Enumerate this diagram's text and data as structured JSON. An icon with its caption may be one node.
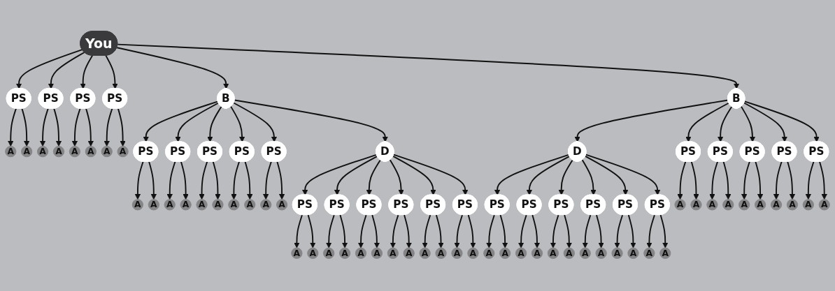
{
  "diagram": {
    "nodes": [
      {
        "text": [
          "You"
        ]
      },
      {
        "text": [
          "B"
        ]
      },
      {
        "text": [
          "B"
        ]
      },
      {
        "text": [
          "PS"
        ]
      },
      {
        "text": [
          "PS"
        ]
      },
      {
        "text": [
          "PS"
        ]
      },
      {
        "text": [
          "PS"
        ]
      },
      {
        "text": [
          "A"
        ]
      },
      {
        "text": [
          "A"
        ]
      },
      {
        "text": [
          "A"
        ]
      },
      {
        "text": [
          "A"
        ]
      },
      {
        "text": [
          "A"
        ]
      },
      {
        "text": [
          "A"
        ]
      },
      {
        "text": [
          "A"
        ]
      },
      {
        "text": [
          "A"
        ]
      },
      {
        "text": [
          "PS"
        ]
      },
      {
        "text": [
          "PS"
        ]
      },
      {
        "text": [
          "PS"
        ]
      },
      {
        "text": [
          "PS"
        ]
      },
      {
        "text": [
          "PS"
        ]
      },
      {
        "text": [
          "A"
        ]
      },
      {
        "text": [
          "A"
        ]
      },
      {
        "text": [
          "A"
        ]
      },
      {
        "text": [
          "A"
        ]
      },
      {
        "text": [
          "A"
        ]
      },
      {
        "text": [
          "A"
        ]
      },
      {
        "text": [
          "A"
        ]
      },
      {
        "text": [
          "A"
        ]
      },
      {
        "text": [
          "A"
        ]
      },
      {
        "text": [
          "A"
        ]
      },
      {
        "text": [
          "D"
        ]
      },
      {
        "text": [
          "PS"
        ]
      },
      {
        "text": [
          "PS"
        ]
      },
      {
        "text": [
          "PS"
        ]
      },
      {
        "text": [
          "PS"
        ]
      },
      {
        "text": [
          "PS"
        ]
      },
      {
        "text": [
          "PS"
        ]
      },
      {
        "text": [
          "A"
        ]
      },
      {
        "text": [
          "A"
        ]
      },
      {
        "text": [
          "A"
        ]
      },
      {
        "text": [
          "A"
        ]
      },
      {
        "text": [
          "A"
        ]
      },
      {
        "text": [
          "A"
        ]
      },
      {
        "text": [
          "A"
        ]
      },
      {
        "text": [
          "A"
        ]
      },
      {
        "text": [
          "A"
        ]
      },
      {
        "text": [
          "A"
        ]
      },
      {
        "text": [
          "A"
        ]
      },
      {
        "text": [
          "A"
        ]
      },
      {
        "text": [
          "D"
        ]
      },
      {
        "text": [
          "PS"
        ]
      },
      {
        "text": [
          "PS"
        ]
      },
      {
        "text": [
          "PS"
        ]
      },
      {
        "text": [
          "PS"
        ]
      },
      {
        "text": [
          "PS"
        ]
      },
      {
        "text": [
          "PS"
        ]
      },
      {
        "text": [
          "A"
        ]
      },
      {
        "text": [
          "A"
        ]
      },
      {
        "text": [
          "A"
        ]
      },
      {
        "text": [
          "A"
        ]
      },
      {
        "text": [
          "A"
        ]
      },
      {
        "text": [
          "A"
        ]
      },
      {
        "text": [
          "A"
        ]
      },
      {
        "text": [
          "A"
        ]
      },
      {
        "text": [
          "A"
        ]
      },
      {
        "text": [
          "A"
        ]
      },
      {
        "text": [
          "A"
        ]
      },
      {
        "text": [
          "A"
        ]
      },
      {
        "text": [
          "PS"
        ]
      },
      {
        "text": [
          "PS"
        ]
      },
      {
        "text": [
          "PS"
        ]
      },
      {
        "text": [
          "PS"
        ]
      },
      {
        "text": [
          "PS"
        ]
      },
      {
        "text": [
          "A"
        ]
      },
      {
        "text": [
          "A"
        ]
      },
      {
        "text": [
          "A"
        ]
      },
      {
        "text": [
          "A"
        ]
      },
      {
        "text": [
          "A"
        ]
      },
      {
        "text": [
          "A"
        ]
      },
      {
        "text": [
          "A"
        ]
      },
      {
        "text": [
          "A"
        ]
      },
      {
        "text": [
          "A"
        ]
      },
      {
        "text": [
          "A"
        ]
      }
    ],
    "edges": [
      {
        "from": 0,
        "to": 1,
        "arrow": "to"
      },
      {
        "from": 0,
        "to": 3,
        "arrow": "to"
      },
      {
        "from": 0,
        "to": 4,
        "arrow": "to"
      },
      {
        "from": 0,
        "to": 5,
        "arrow": "to"
      },
      {
        "from": 0,
        "to": 6,
        "arrow": "to"
      },
      {
        "from": 0,
        "to": 2,
        "arrow": "to"
      },
      {
        "from": 3,
        "to": 7,
        "arrow": "to"
      },
      {
        "from": 3,
        "to": 8,
        "arrow": "to"
      },
      {
        "from": 4,
        "to": 9,
        "arrow": "to"
      },
      {
        "from": 4,
        "to": 10,
        "arrow": "to"
      },
      {
        "from": 5,
        "to": 11,
        "arrow": "to"
      },
      {
        "from": 5,
        "to": 12,
        "arrow": "to"
      },
      {
        "from": 6,
        "to": 13,
        "arrow": "to"
      },
      {
        "from": 6,
        "to": 14,
        "arrow": "to"
      },
      {
        "from": 1,
        "to": 15,
        "arrow": "to"
      },
      {
        "from": 1,
        "to": 16,
        "arrow": "to"
      },
      {
        "from": 1,
        "to": 17,
        "arrow": "to"
      },
      {
        "from": 1,
        "to": 18,
        "arrow": "to"
      },
      {
        "from": 1,
        "to": 19,
        "arrow": "to"
      },
      {
        "from": 1,
        "to": 30,
        "arrow": "to"
      },
      {
        "from": 15,
        "to": 20,
        "arrow": "to"
      },
      {
        "from": 15,
        "to": 21,
        "arrow": "to"
      },
      {
        "from": 16,
        "to": 22,
        "arrow": "to"
      },
      {
        "from": 16,
        "to": 23,
        "arrow": "to"
      },
      {
        "from": 17,
        "to": 24,
        "arrow": "to"
      },
      {
        "from": 17,
        "to": 25,
        "arrow": "to"
      },
      {
        "from": 18,
        "to": 26,
        "arrow": "to"
      },
      {
        "from": 18,
        "to": 27,
        "arrow": "to"
      },
      {
        "from": 19,
        "to": 28,
        "arrow": "to"
      },
      {
        "from": 19,
        "to": 29,
        "arrow": "to"
      },
      {
        "from": 30,
        "to": 31,
        "arrow": "to"
      },
      {
        "from": 30,
        "to": 32,
        "arrow": "to"
      },
      {
        "from": 30,
        "to": 33,
        "arrow": "to"
      },
      {
        "from": 30,
        "to": 34,
        "arrow": "to"
      },
      {
        "from": 30,
        "to": 35,
        "arrow": "to"
      },
      {
        "from": 30,
        "to": 36,
        "arrow": "to"
      },
      {
        "from": 31,
        "to": 37,
        "arrow": "to"
      },
      {
        "from": 31,
        "to": 38,
        "arrow": "to"
      },
      {
        "from": 32,
        "to": 39,
        "arrow": "to"
      },
      {
        "from": 32,
        "to": 40,
        "arrow": "to"
      },
      {
        "from": 33,
        "to": 41,
        "arrow": "to"
      },
      {
        "from": 33,
        "to": 42,
        "arrow": "to"
      },
      {
        "from": 34,
        "to": 43,
        "arrow": "to"
      },
      {
        "from": 34,
        "to": 44,
        "arrow": "to"
      },
      {
        "from": 35,
        "to": 45,
        "arrow": "to"
      },
      {
        "from": 35,
        "to": 46,
        "arrow": "to"
      },
      {
        "from": 36,
        "to": 47,
        "arrow": "to"
      },
      {
        "from": 36,
        "to": 48,
        "arrow": "to"
      },
      {
        "from": 2,
        "to": 49,
        "arrow": "to"
      },
      {
        "from": 2,
        "to": 68,
        "arrow": "to"
      },
      {
        "from": 2,
        "to": 69,
        "arrow": "to"
      },
      {
        "from": 2,
        "to": 70,
        "arrow": "to"
      },
      {
        "from": 2,
        "to": 71,
        "arrow": "to"
      },
      {
        "from": 2,
        "to": 72,
        "arrow": "to"
      },
      {
        "from": 49,
        "to": 50,
        "arrow": "to"
      },
      {
        "from": 49,
        "to": 51,
        "arrow": "to"
      },
      {
        "from": 49,
        "to": 52,
        "arrow": "to"
      },
      {
        "from": 49,
        "to": 53,
        "arrow": "to"
      },
      {
        "from": 49,
        "to": 54,
        "arrow": "to"
      },
      {
        "from": 49,
        "to": 55,
        "arrow": "to"
      },
      {
        "from": 50,
        "to": 56,
        "arrow": "to"
      },
      {
        "from": 50,
        "to": 57,
        "arrow": "to"
      },
      {
        "from": 51,
        "to": 58,
        "arrow": "to"
      },
      {
        "from": 51,
        "to": 59,
        "arrow": "to"
      },
      {
        "from": 52,
        "to": 60,
        "arrow": "to"
      },
      {
        "from": 52,
        "to": 61,
        "arrow": "to"
      },
      {
        "from": 53,
        "to": 62,
        "arrow": "to"
      },
      {
        "from": 53,
        "to": 63,
        "arrow": "to"
      },
      {
        "from": 54,
        "to": 64,
        "arrow": "to"
      },
      {
        "from": 54,
        "to": 65,
        "arrow": "to"
      },
      {
        "from": 55,
        "to": 66,
        "arrow": "to"
      },
      {
        "from": 55,
        "to": 67,
        "arrow": "to"
      },
      {
        "from": 68,
        "to": 73,
        "arrow": "to"
      },
      {
        "from": 68,
        "to": 74,
        "arrow": "to"
      },
      {
        "from": 69,
        "to": 75,
        "arrow": "to"
      },
      {
        "from": 69,
        "to": 76,
        "arrow": "to"
      },
      {
        "from": 70,
        "to": 77,
        "arrow": "to"
      },
      {
        "from": 70,
        "to": 78,
        "arrow": "to"
      },
      {
        "from": 71,
        "to": 79,
        "arrow": "to"
      },
      {
        "from": 71,
        "to": 80,
        "arrow": "to"
      },
      {
        "from": 72,
        "to": 81,
        "arrow": "to"
      },
      {
        "from": 72,
        "to": 82,
        "arrow": "to"
      }
    ]
  }
}
